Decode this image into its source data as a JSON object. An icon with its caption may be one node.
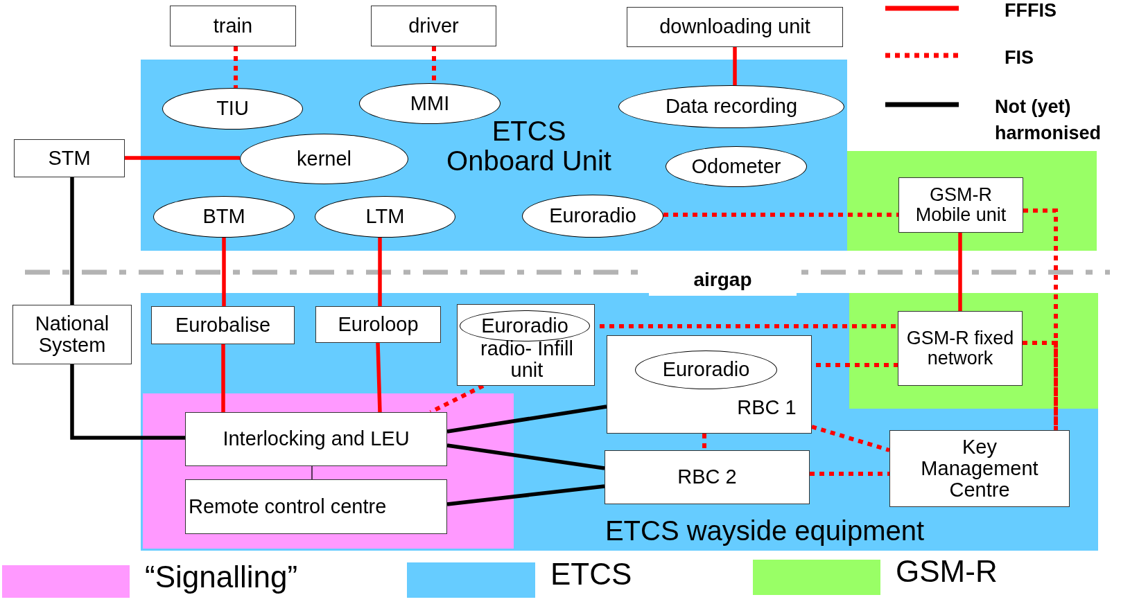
{
  "diagram": {
    "nodes": [
      {
        "text": [
          "train"
        ]
      },
      {
        "text": [
          "driver"
        ]
      },
      {
        "text": [
          "downloading unit"
        ]
      },
      {
        "text": [
          "ETCS Onboard Unit"
        ]
      },
      {
        "text": [
          "TIU"
        ],
        "in": 3
      },
      {
        "text": [
          "MMI"
        ],
        "in": 3
      },
      {
        "text": [
          "Data recording"
        ],
        "in": 3
      },
      {
        "text": [
          "kernel"
        ],
        "in": 3
      },
      {
        "text": [
          "Odometer"
        ],
        "in": 3
      },
      {
        "text": [
          "BTM"
        ],
        "in": 3
      },
      {
        "text": [
          "LTM"
        ],
        "in": 3
      },
      {
        "text": [
          "Euroradio"
        ],
        "in": 3
      },
      {
        "text": [
          "STM"
        ]
      },
      {
        "text": [],
        "shape": "box"
      },
      {
        "text": [
          "GSM-R Mobile unit"
        ],
        "in": 13
      },
      {
        "text": [
          "National System"
        ]
      },
      {
        "text": [
          "ETCS wayside equipment"
        ]
      },
      {
        "text": [
          "Eurobalise"
        ],
        "in": 16
      },
      {
        "text": [
          "Euroloop"
        ],
        "in": 16
      },
      {
        "text": [
          "radio- Infill unit"
        ],
        "in": 16
      },
      {
        "text": [
          "Euroradio"
        ],
        "in": 19
      },
      {
        "text": [],
        "shape": "box",
        "in": 16
      },
      {
        "text": [
          "GSM-R fixed network"
        ],
        "in": 21
      },
      {
        "text": [
          "RBC 1"
        ],
        "in": 16
      },
      {
        "text": [
          "Euroradio"
        ],
        "in": 23
      },
      {
        "text": [],
        "shape": "box",
        "in": 16
      },
      {
        "text": [
          "Interlocking and LEU"
        ],
        "in": 25
      },
      {
        "text": [
          "Remote control centre"
        ],
        "in": 25
      },
      {
        "text": [
          "RBC 2"
        ],
        "in": 16
      },
      {
        "text": [
          "Key Management Centre"
        ],
        "in": 16
      }
    ],
    "edges": [
      {
        "from": 0,
        "to": 4,
        "arrow": "none",
        "style": "dashed"
      },
      {
        "from": 1,
        "to": 5,
        "arrow": "none",
        "style": "dashed"
      },
      {
        "from": 2,
        "to": 6,
        "arrow": "none"
      },
      {
        "from": 12,
        "to": 7,
        "arrow": "none"
      },
      {
        "from": 12,
        "to": 15,
        "arrow": "none",
        "color": "#000000"
      },
      {
        "from": 9,
        "to": 17,
        "arrow": "none"
      },
      {
        "from": 10,
        "to": 18,
        "arrow": "none"
      },
      {
        "from": 11,
        "to": 14,
        "arrow": "none",
        "style": "dashed"
      },
      {
        "from": 14,
        "to": 22,
        "arrow": "none"
      },
      {
        "from": 14,
        "to": 29,
        "arrow": "none",
        "style": "dashed"
      },
      {
        "from": 20,
        "to": 22,
        "arrow": "none",
        "style": "dashed"
      },
      {
        "from": 24,
        "to": 22,
        "arrow": "none",
        "style": "dashed"
      },
      {
        "from": 22,
        "to": 29,
        "arrow": "none",
        "style": "dashed"
      },
      {
        "from": 15,
        "to": 26,
        "arrow": "none",
        "color": "#000000"
      },
      {
        "from": 17,
        "to": 26,
        "arrow": "none"
      },
      {
        "from": 18,
        "to": 26,
        "arrow": "none"
      },
      {
        "from": 19,
        "to": 26,
        "arrow": "none",
        "style": "dashed"
      },
      {
        "from": 26,
        "to": 23,
        "arrow": "none",
        "color": "#000000"
      },
      {
        "from": 26,
        "to": 28,
        "arrow": "none",
        "color": "#000000"
      },
      {
        "from": 26,
        "to": 27,
        "arrow": "none",
        "color": "#000000"
      },
      {
        "from": 27,
        "to": 28,
        "arrow": "none",
        "color": "#000000"
      },
      {
        "from": 23,
        "to": 28,
        "arrow": "none",
        "style": "dashed"
      },
      {
        "from": 23,
        "to": 29,
        "arrow": "none",
        "style": "dashed"
      },
      {
        "from": 28,
        "to": 29,
        "arrow": "none",
        "style": "dashed"
      }
    ],
    "labels": [
      "airgap"
    ],
    "legend": [
      {
        "text": "FFFIS"
      },
      {
        "text": "FIS"
      },
      {
        "text": "Not (yet) harmonised"
      },
      {
        "text": "“Signalling”",
        "color": "#ff99ff"
      },
      {
        "text": "ETCS",
        "color": "#66ccff"
      },
      {
        "text": "GSM-R",
        "color": "#99ff66"
      }
    ]
  }
}
